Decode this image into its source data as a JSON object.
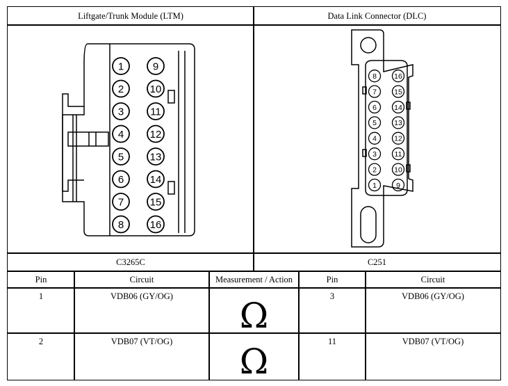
{
  "connectors": [
    {
      "title": "Liftgate/Trunk Module (LTM)",
      "id": "C3265C",
      "pins": [
        "1",
        "2",
        "3",
        "4",
        "5",
        "6",
        "7",
        "8",
        "9",
        "10",
        "11",
        "12",
        "13",
        "14",
        "15",
        "16"
      ]
    },
    {
      "title": "Data Link Connector (DLC)",
      "id": "C251",
      "pins": [
        "1",
        "2",
        "3",
        "4",
        "5",
        "6",
        "7",
        "8",
        "9",
        "10",
        "11",
        "12",
        "13",
        "14",
        "15",
        "16"
      ]
    }
  ],
  "table": {
    "headers": [
      "Pin",
      "Circuit",
      "Measurement / Action",
      "Pin",
      "Circuit"
    ],
    "rows": [
      {
        "pin_a": "1",
        "circuit_a": "VDB06 (GY/OG)",
        "action": "Ω",
        "pin_b": "3",
        "circuit_b": "VDB06 (GY/OG)"
      },
      {
        "pin_a": "2",
        "circuit_a": "VDB07 (VT/OG)",
        "action": "Ω",
        "pin_b": "11",
        "circuit_b": "VDB07 (VT/OG)"
      }
    ]
  }
}
